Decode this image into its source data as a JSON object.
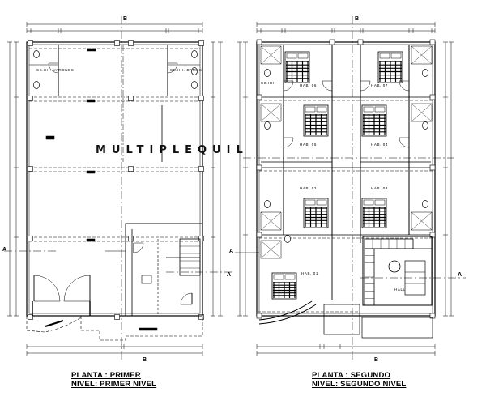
{
  "plans": [
    {
      "title": "PLANTA : PRIMER",
      "level": "NIVEL: PRIMER NIVEL",
      "rooms": [
        "SS.HH. VARONES",
        "SS.HH. DAMAS"
      ]
    },
    {
      "title": "PLANTA : SEGUNDO",
      "level": "NIVEL: SEGUNDO NIVEL",
      "rooms": [
        "HAB. 06",
        "HAB. 07",
        "HAB. 05",
        "HAB. 04",
        "HAB. 02",
        "HAB. 03",
        "HAB. 01",
        "HALL",
        "SS.HH."
      ]
    }
  ],
  "section_markers": {
    "a": "A",
    "b": "B"
  },
  "watermark": "MULTIPLEQUIL"
}
